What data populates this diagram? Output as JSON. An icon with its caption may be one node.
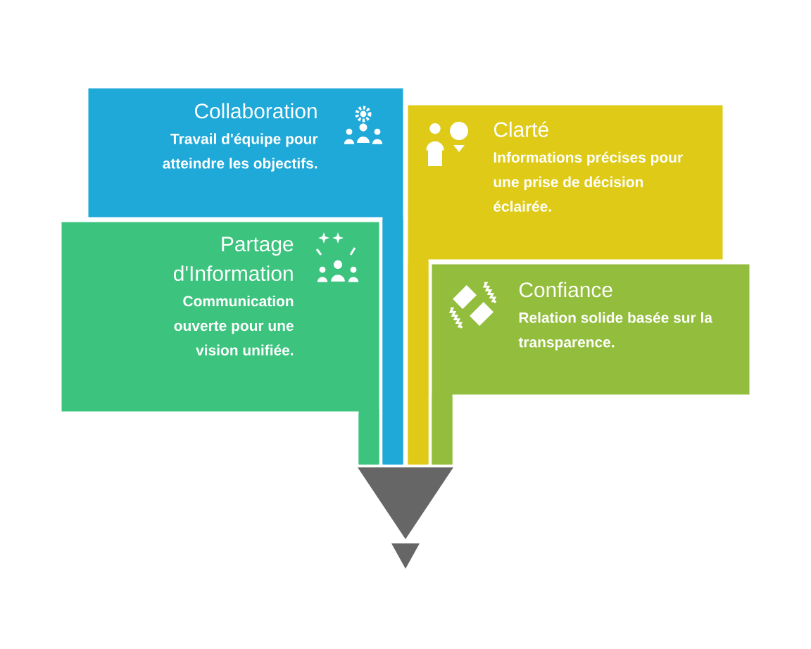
{
  "diagram": {
    "nodes": [
      {
        "text": [
          "Collaboration",
          "Travail d'équipe pour atteindre les objectifs."
        ]
      },
      {
        "text": [
          "Clarté",
          "Informations précises pour une prise de décision éclairée."
        ]
      },
      {
        "text": [
          "Partage d'Information",
          "Communication ouverte pour une vision unifiée."
        ]
      },
      {
        "text": [
          "Confiance",
          "Relation solide basée sur la transparence."
        ]
      }
    ]
  }
}
